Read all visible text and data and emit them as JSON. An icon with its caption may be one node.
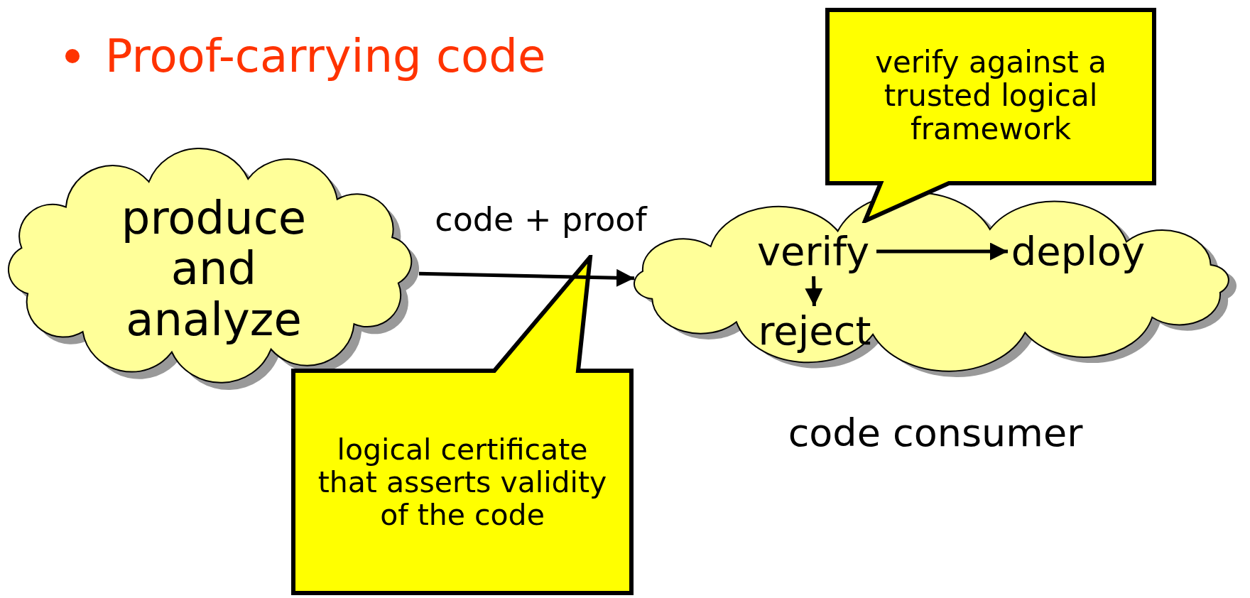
{
  "diagram": {
    "title": "Proof-carrying code",
    "nodes": [
      {
        "text": [
          "produce and analyze"
        ]
      },
      {
        "text": [],
        "shape": "cloud",
        "beside": [
          "code consumer"
        ]
      },
      {
        "text": [
          "verify"
        ],
        "in": 1
      },
      {
        "text": [
          "deploy"
        ],
        "in": 1
      },
      {
        "text": [
          "reject"
        ],
        "in": 1
      },
      {
        "text": [
          "verify against a trusted logical framework"
        ]
      },
      {
        "text": [
          "logical certificate that asserts validity of the code"
        ]
      }
    ],
    "edges": [
      {
        "from": 0,
        "to": 1,
        "arrow": "to",
        "label": "code + proof"
      },
      {
        "from": 2,
        "to": 3,
        "arrow": "to"
      },
      {
        "from": 2,
        "to": 4,
        "arrow": "to"
      }
    ]
  }
}
